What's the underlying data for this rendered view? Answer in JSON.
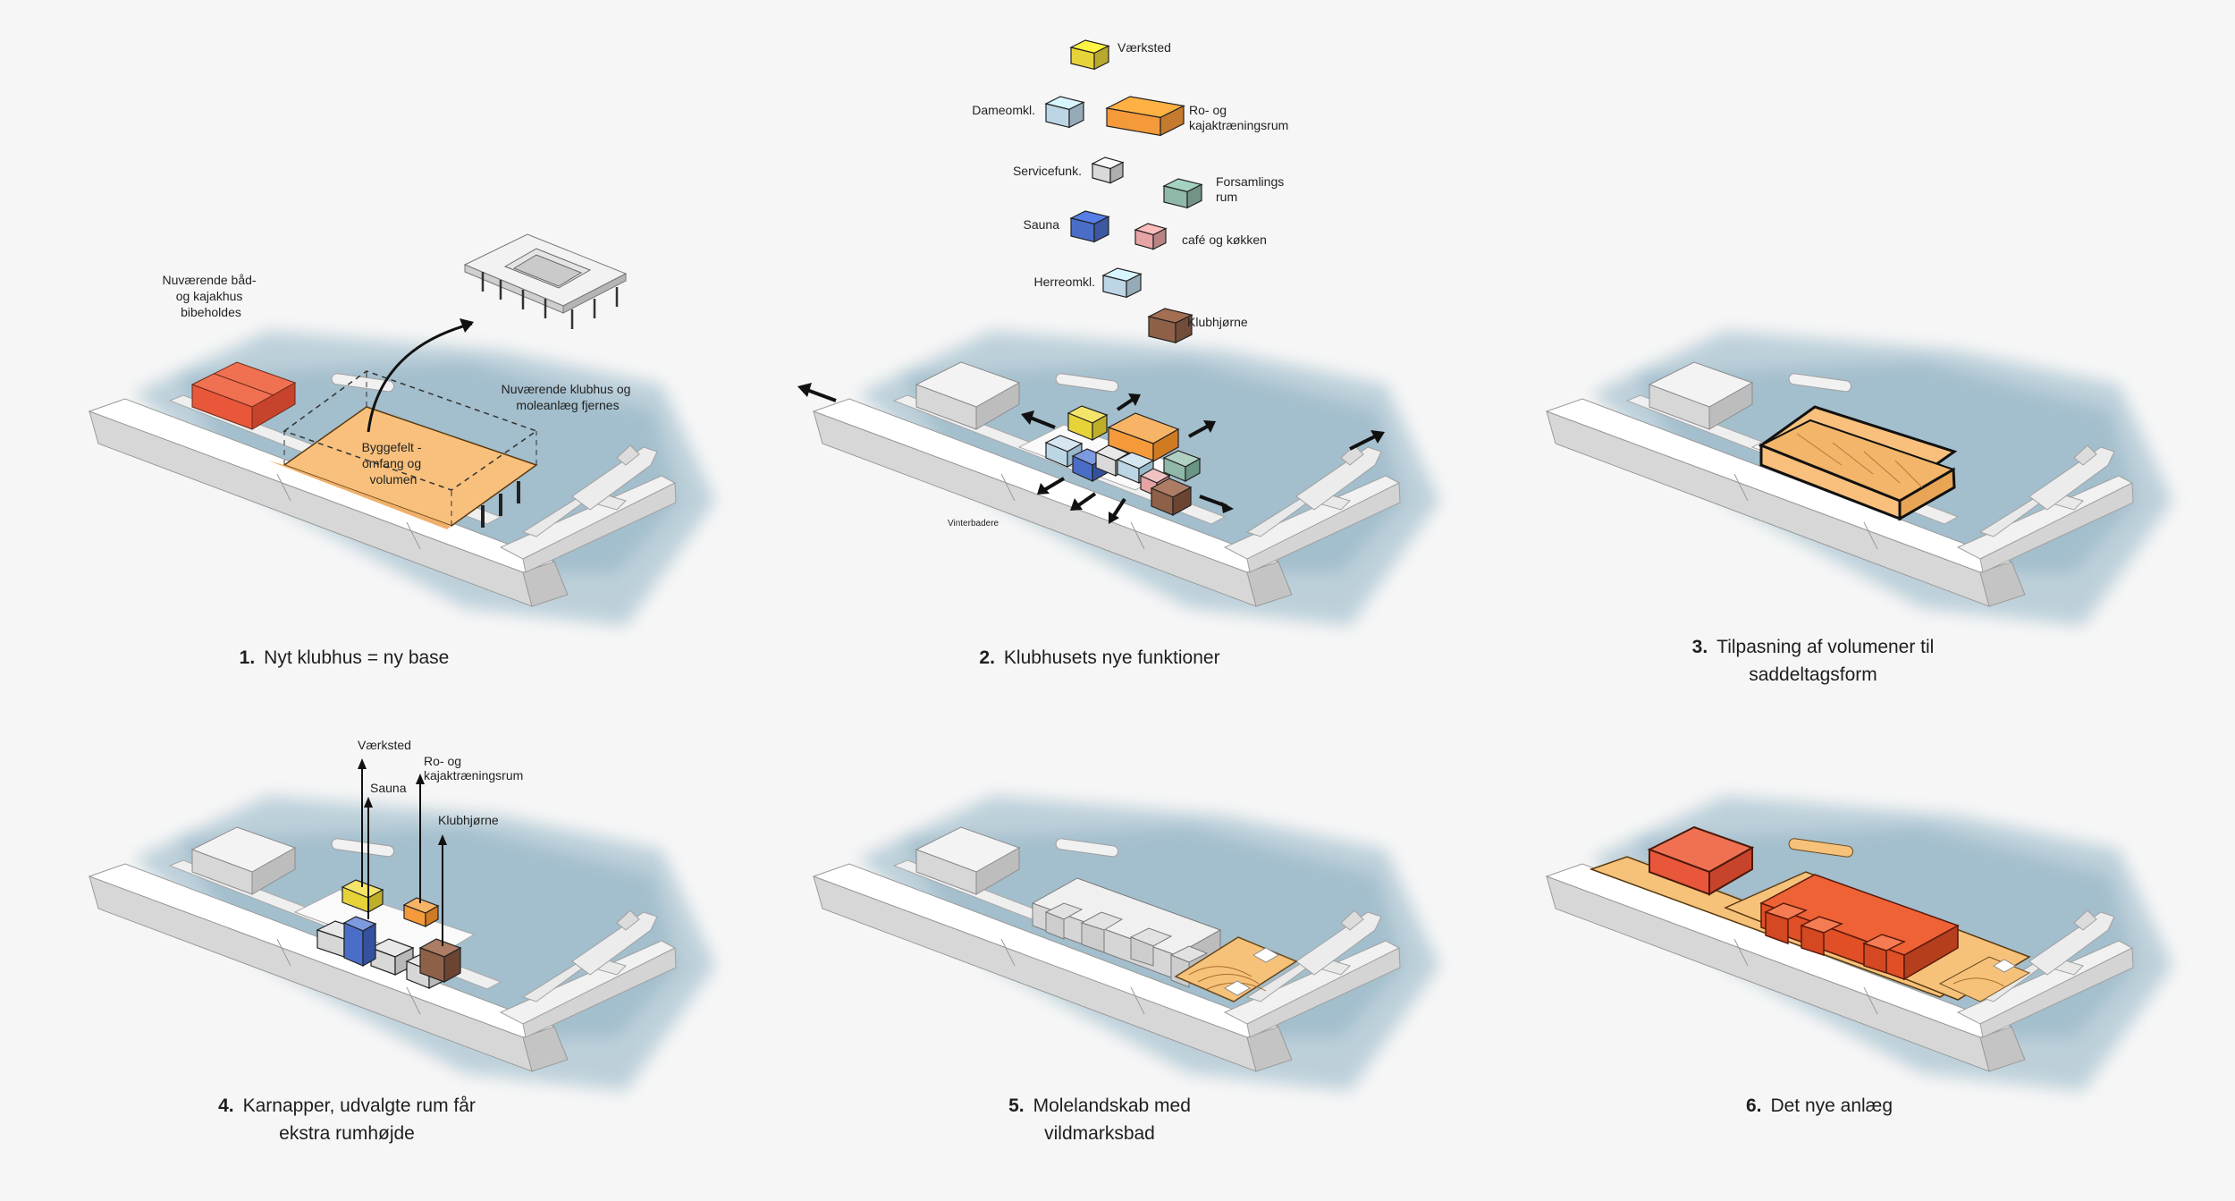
{
  "panel1": {
    "caption_number": "1.",
    "caption_text": "Nyt klubhus = ny base",
    "existing_boathouse": [
      "Nuværende båd-",
      "og kajakhus",
      "bibeholdes"
    ],
    "building_field": [
      "Byggefelt -",
      "omfang og",
      "volumen"
    ],
    "removed_clubhouse": [
      "Nuværende klubhus og",
      "moleanlæg fjernes"
    ]
  },
  "panel2": {
    "caption_number": "2.",
    "caption_text": "Klubhusets nye funktioner",
    "winter_bathers": "Vinterbadere",
    "functions": [
      {
        "label": "Værksted",
        "color": "#e6d33a"
      },
      {
        "label": "Dameomkl.",
        "color": "#bcd6e6"
      },
      {
        "label": [
          "Ro- og",
          "kajaktræningsrum"
        ],
        "color": "#f59a3a"
      },
      {
        "label": "Servicefunk.",
        "color": "#d9d9d9"
      },
      {
        "label": [
          "Forsamlings",
          "rum"
        ],
        "color": "#8fb8a8"
      },
      {
        "label": "Sauna",
        "color": "#4a6ec8"
      },
      {
        "label": "café og køkken",
        "color": "#e6a4a4"
      },
      {
        "label": "Herreomkl.",
        "color": "#bcd6e6"
      },
      {
        "label": "Klubhjørne",
        "color": "#8f6048"
      }
    ]
  },
  "panel3": {
    "caption_number": "3.",
    "caption_lines": [
      "Tilpasning af volumener til",
      "saddeltagsform"
    ]
  },
  "panel4": {
    "caption_number": "4.",
    "caption_lines": [
      "Karnapper, udvalgte rum får",
      "ekstra rumhøjde"
    ],
    "labels": {
      "workshop": "Værksted",
      "sauna": "Sauna",
      "rowing": [
        "Ro- og",
        "kajaktræningsrum"
      ],
      "club_corner": "Klubhjørne"
    }
  },
  "panel5": {
    "caption_number": "5.",
    "caption_lines": [
      "Molelandskab med",
      "vildmarksbad"
    ]
  },
  "panel6": {
    "caption_number": "6.",
    "caption_text": "Det nye anlæg"
  },
  "colors": {
    "background": "#f6f6f6",
    "water": "#b4cad6",
    "pier": "#e4e4e4",
    "building_field": "#f8c07c",
    "boathouse_red": "#e9573a",
    "new_roof_red": "#ee6236",
    "landscape": "#f6c27a"
  }
}
